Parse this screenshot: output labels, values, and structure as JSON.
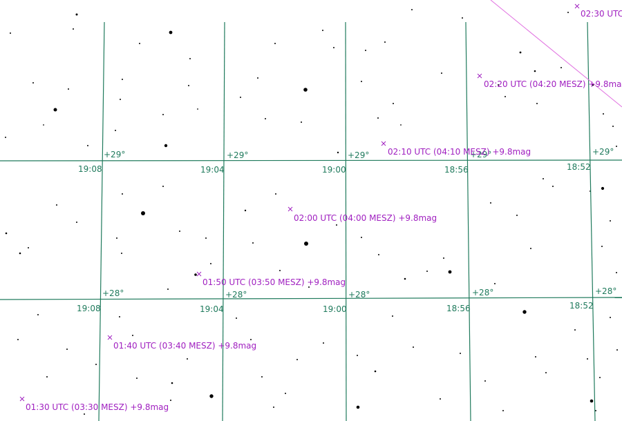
{
  "map": {
    "colors": {
      "grid": "#1f7a5c",
      "track": "#a020c0",
      "track_line": "#e070e0",
      "stars": "#000000",
      "background": "#ffffff"
    },
    "declination_labels": [
      "+29°",
      "+28°"
    ],
    "ra_labels": [
      "19:08",
      "19:04",
      "19:00",
      "18:56",
      "18:52"
    ],
    "track_points": [
      {
        "label": "02:30 UTC"
      },
      {
        "label": "02:20 UTC (04:20 MESZ) +9.8mag"
      },
      {
        "label": "02:10 UTC (04:10 MESZ) +9.8mag"
      },
      {
        "label": "02:00 UTC (04:00 MESZ) +9.8mag"
      },
      {
        "label": "01:50 UTC (03:50 MESZ) +9.8mag"
      },
      {
        "label": "01:40 UTC (03:40 MESZ) +9.8mag"
      },
      {
        "label": "01:30 UTC (03:30 MESZ) +9.8mag"
      }
    ]
  }
}
